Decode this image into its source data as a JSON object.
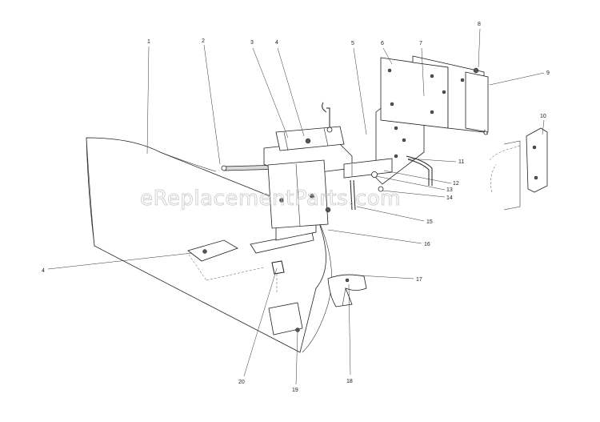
{
  "watermark": "eReplacementParts.com",
  "callouts": [
    {
      "label": "1"
    },
    {
      "label": "2"
    },
    {
      "label": "3"
    },
    {
      "label": "4"
    },
    {
      "label": "5"
    },
    {
      "label": "6"
    },
    {
      "label": "7"
    },
    {
      "label": "8"
    },
    {
      "label": "9"
    },
    {
      "label": "10"
    },
    {
      "label": "11"
    },
    {
      "label": "12"
    },
    {
      "label": "13"
    },
    {
      "label": "14"
    },
    {
      "label": "15"
    },
    {
      "label": "16"
    },
    {
      "label": "17"
    },
    {
      "label": "4"
    },
    {
      "label": "18"
    },
    {
      "label": "19"
    },
    {
      "label": "20"
    }
  ]
}
